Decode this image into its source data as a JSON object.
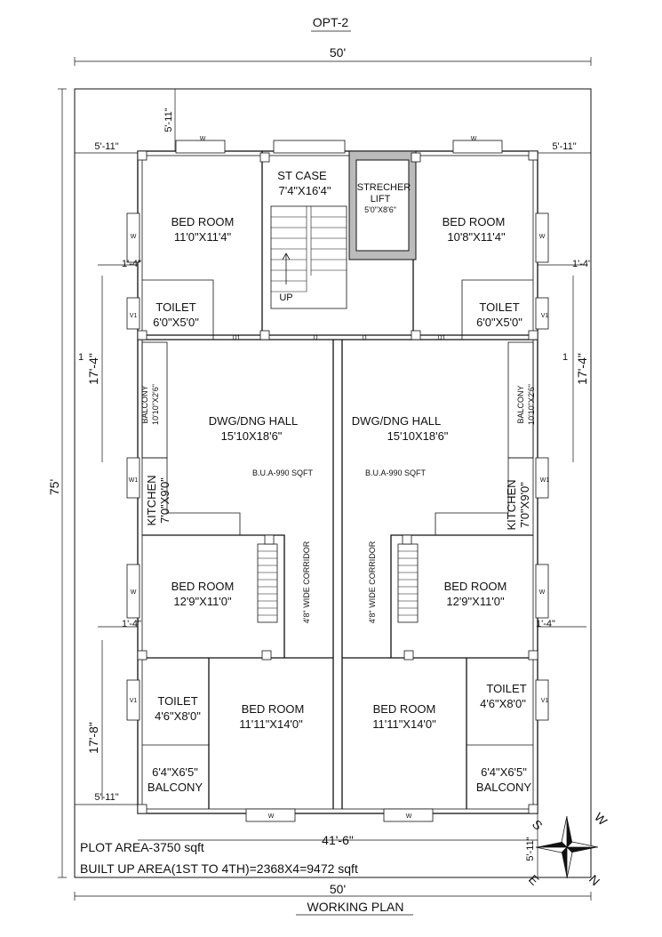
{
  "header": {
    "option": "OPT-2",
    "top_width": "50'"
  },
  "footer": {
    "bottom_width": "50'",
    "title": "WORKING PLAN"
  },
  "dims": {
    "depth": "75'",
    "front_setback": "5'-11\"",
    "left_setback": "5'-11\"",
    "right_setback": "5'-11\"",
    "rear_setback": "5'-11\"",
    "bottom_left_setback": "5'-11\"",
    "left_offset_top": "1'-4\"",
    "right_offset_top": "1'-4\"",
    "left_offset_bottom": "1'-4\"",
    "right_offset_bottom": "1'-4\"",
    "left_span_top": "17'-4\"",
    "right_span_top": "17'-4\"",
    "left_span_bottom": "17'-8\"",
    "inner_width": "41'-6\"",
    "mark_one": "1"
  },
  "rooms": {
    "bed_tl": {
      "name": "BED ROOM",
      "size": "11'0\"X11'4\""
    },
    "stair": {
      "name": "ST CASE",
      "size": "7'4\"X16'4\"",
      "up": "UP"
    },
    "lift": {
      "name1": "STRECHER",
      "name2": "LIFT",
      "size": "5'0\"X8'6\""
    },
    "bed_tr": {
      "name": "BED ROOM",
      "size": "10'8\"X11'4\""
    },
    "toilet_tl": {
      "name": "TOILET",
      "size": "6'0\"X5'0\""
    },
    "toilet_tr": {
      "name": "TOILET",
      "size": "6'0\"X5'0\""
    },
    "balcony_l": {
      "name": "BALCONY",
      "size": "10'10\"X2'6\""
    },
    "balcony_r": {
      "name": "BALCONY",
      "size": "10'10\"X2'6\""
    },
    "hall_l": {
      "name": "DWG/DNG HALL",
      "size": "15'10X18'6\"",
      "bua": "B.U.A-990 SQFT"
    },
    "hall_r": {
      "name": "DWG/DNG HALL",
      "size": "15'10X18'6\"",
      "bua": "B.U.A-990 SQFT"
    },
    "kitchen_l": {
      "name": "KITCHEN",
      "size": "7'0\"X9'0\""
    },
    "kitchen_r": {
      "name": "KITCHEN",
      "size": "7'0\"X9'0\""
    },
    "corridor_l": {
      "label": "4'8\" WIDE CORRIDOR"
    },
    "corridor_r": {
      "label": "4'8\" WIDE CORRIDOR"
    },
    "bed_ml": {
      "name": "BED ROOM",
      "size": "12'9\"X11'0\""
    },
    "bed_mr": {
      "name": "BED ROOM",
      "size": "12'9\"X11'0\""
    },
    "toilet_bl": {
      "name": "TOILET",
      "size": "4'6\"X8'0\""
    },
    "toilet_br": {
      "name": "TOILET",
      "size": "4'6\"X8'0\""
    },
    "bed_bl": {
      "name": "BED ROOM",
      "size": "11'11\"X14'0\""
    },
    "bed_br": {
      "name": "BED ROOM",
      "size": "11'11\"X14'0\""
    },
    "balc_bl": {
      "size": "6'4\"X6'5\"",
      "name": "BALCONY"
    },
    "balc_br": {
      "size": "6'4\"X6'5\"",
      "name": "BALCONY"
    }
  },
  "tags": {
    "window": "W",
    "ventilator": "V1",
    "window1": "W1",
    "door": "D",
    "door1": "D1"
  },
  "areas": {
    "plot": "PLOT AREA-3750 sqft",
    "built_up": "BUILT UP AREA(1ST TO 4TH)=2368X4=9472 sqft"
  },
  "compass": {
    "n": "N",
    "s": "S",
    "e": "E",
    "w": "W"
  }
}
